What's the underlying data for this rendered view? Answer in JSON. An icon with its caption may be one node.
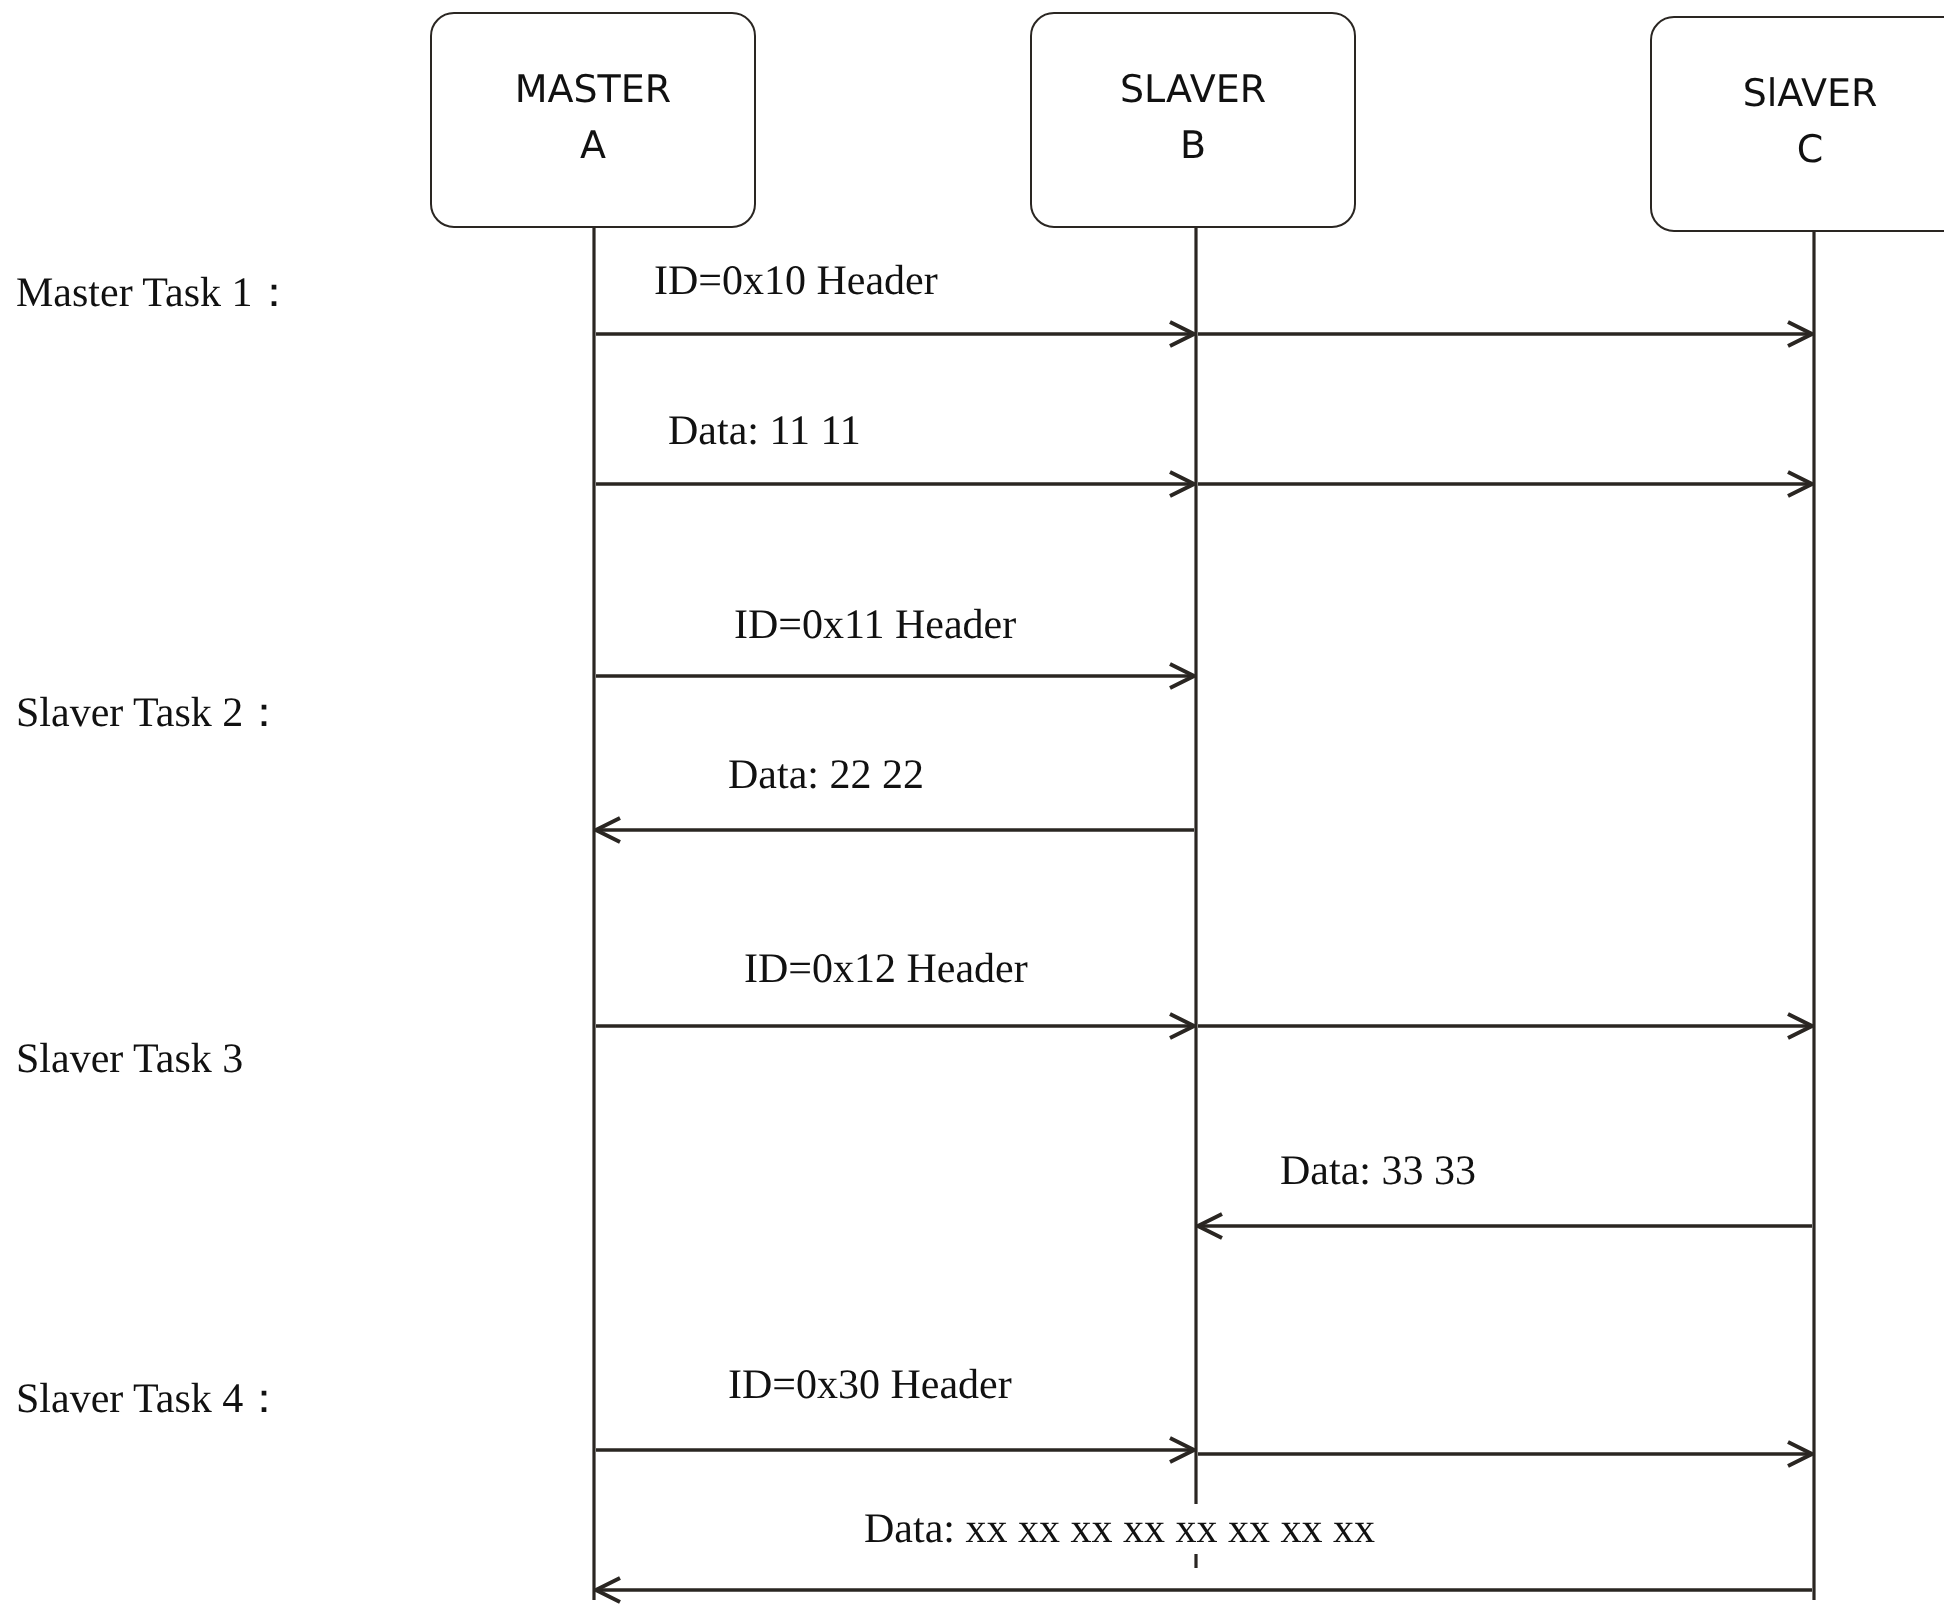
{
  "diagram": {
    "nodes": [
      {
        "text": [
          "MASTER A"
        ]
      },
      {
        "text": [
          "SLAVER B"
        ]
      },
      {
        "text": [
          "SlAVER C"
        ]
      }
    ],
    "edges": [
      {
        "from": 0,
        "to": 1,
        "arrow": "to",
        "label": "ID=0x10 Header"
      },
      {
        "from": 1,
        "to": 2,
        "arrow": "to"
      },
      {
        "from": 0,
        "to": 1,
        "arrow": "to",
        "label": "Data: 11 11"
      },
      {
        "from": 1,
        "to": 2,
        "arrow": "to"
      },
      {
        "from": 0,
        "to": 1,
        "arrow": "to",
        "label": "ID=0x11 Header"
      },
      {
        "from": 1,
        "to": 0,
        "arrow": "to",
        "label": "Data: 22 22"
      },
      {
        "from": 0,
        "to": 1,
        "arrow": "to",
        "label": "ID=0x12 Header"
      },
      {
        "from": 1,
        "to": 2,
        "arrow": "to"
      },
      {
        "from": 2,
        "to": 1,
        "arrow": "to",
        "label": "Data: 33 33"
      },
      {
        "from": 0,
        "to": 1,
        "arrow": "to",
        "label": "ID=0x30 Header"
      },
      {
        "from": 1,
        "to": 2,
        "arrow": "to"
      },
      {
        "from": 2,
        "to": 0,
        "arrow": "to",
        "label": "Data: xx xx xx xx xx xx xx xx"
      }
    ],
    "labels": [
      "Master Task 1：",
      "Slaver Task 2：",
      "Slaver Task 3",
      "Slaver Task 4："
    ]
  }
}
